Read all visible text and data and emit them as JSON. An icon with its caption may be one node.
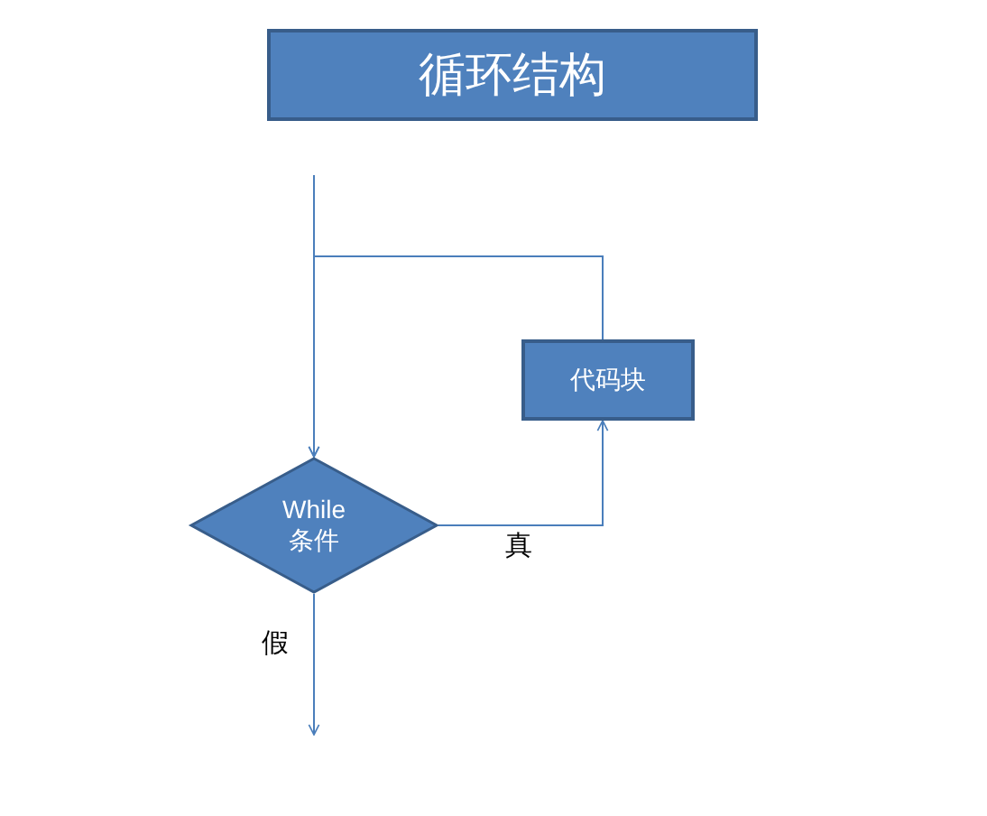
{
  "diagram": {
    "nodes": [
      {
        "text": [
          "循环结构"
        ]
      },
      {
        "text": [
          "While 条件"
        ]
      },
      {
        "text": [
          "代码块"
        ]
      }
    ],
    "edges": [
      {
        "from": null,
        "to": 1,
        "arrow": "to"
      },
      {
        "from": 1,
        "to": 2,
        "arrow": "to",
        "label": "真"
      },
      {
        "from": 2,
        "to": 1,
        "arrow": "to"
      },
      {
        "from": 1,
        "to": null,
        "arrow": "to",
        "label": "假"
      }
    ]
  }
}
